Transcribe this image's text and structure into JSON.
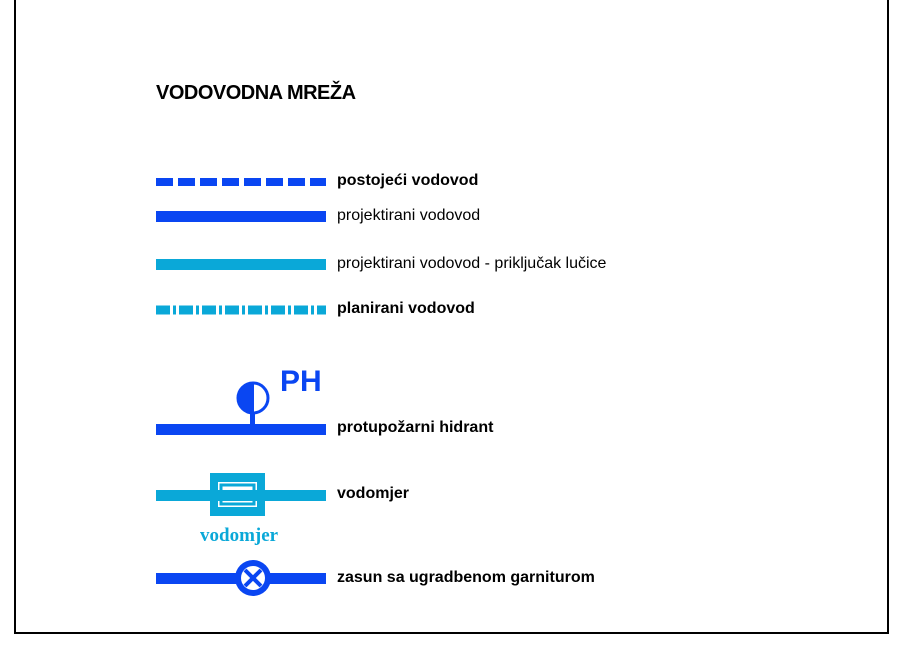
{
  "title": "VODOVODNA MREŽA",
  "colors": {
    "dark_blue": "#0a46f2",
    "light_blue": "#0aa8d8",
    "text": "#000000"
  },
  "legend": [
    {
      "id": "postojeci",
      "label": "postojeći vodovod",
      "line_style": "dashed",
      "color": "dark_blue"
    },
    {
      "id": "projektirani",
      "label": "projektirani vodovod",
      "line_style": "solid",
      "color": "dark_blue"
    },
    {
      "id": "prikljucak",
      "label": "projektirani vodovod - priključak lučice",
      "line_style": "solid",
      "color": "light_blue"
    },
    {
      "id": "planirani",
      "label": "planirani vodovod",
      "line_style": "dash-dot",
      "color": "light_blue"
    },
    {
      "id": "hidrant",
      "label": "protupožarni hidrant",
      "symbol_text": "PH",
      "icon": "hydrant-icon"
    },
    {
      "id": "vodomjer",
      "label": "vodomjer",
      "symbol_text": "vodomjer",
      "icon": "water-meter-icon"
    },
    {
      "id": "zasun",
      "label": "zasun sa ugradbenom garniturom",
      "icon": "valve-icon"
    }
  ]
}
